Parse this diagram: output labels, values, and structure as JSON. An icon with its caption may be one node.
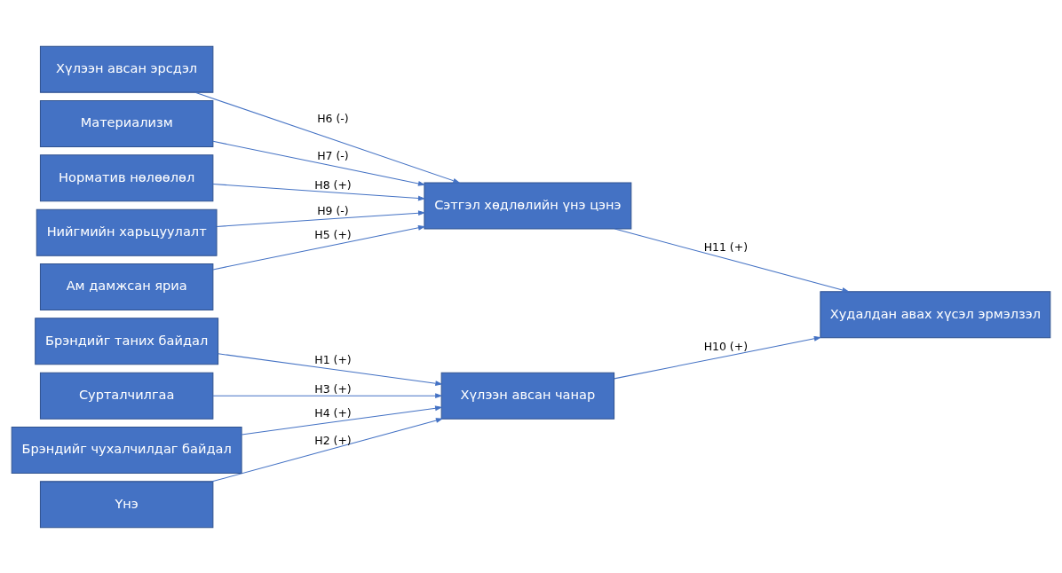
{
  "diagram": {
    "nodes": [
      {
        "text": [
          "Брэндийг таних байдал"
        ]
      },
      {
        "text": [
          "Үнэ"
        ]
      },
      {
        "text": [
          "Сурталчилгаа"
        ]
      },
      {
        "text": [
          "Брэндийг чухалчилдаг байдал"
        ]
      },
      {
        "text": [
          "Ам дамжсан яриа"
        ]
      },
      {
        "text": [
          "Хүлээн авсан эрсдэл"
        ]
      },
      {
        "text": [
          "Материализм"
        ]
      },
      {
        "text": [
          "Норматив нөлөөлөл"
        ]
      },
      {
        "text": [
          "Нийгмийн харьцуулалт"
        ]
      },
      {
        "text": [
          "Хүлээн авсан чанар"
        ]
      },
      {
        "text": [
          "Сэтгэл хөдлөлийн үнэ цэнэ"
        ]
      },
      {
        "text": [
          "Худалдан авах хүсэл эрмэлзэл"
        ]
      }
    ],
    "edges": [
      {
        "from": 0,
        "to": 9,
        "arrow": "to",
        "label": "H1 (+)"
      },
      {
        "from": 1,
        "to": 9,
        "arrow": "to",
        "label": "H2 (+)"
      },
      {
        "from": 2,
        "to": 9,
        "arrow": "to",
        "label": "H3 (+)"
      },
      {
        "from": 3,
        "to": 9,
        "arrow": "to",
        "label": "H4 (+)"
      },
      {
        "from": 4,
        "to": 10,
        "arrow": "to",
        "label": "H5 (+)"
      },
      {
        "from": 5,
        "to": 10,
        "arrow": "to",
        "label": "H6 (-)"
      },
      {
        "from": 6,
        "to": 10,
        "arrow": "to",
        "label": "H7 (-)"
      },
      {
        "from": 7,
        "to": 10,
        "arrow": "to",
        "label": "H8 (+)"
      },
      {
        "from": 8,
        "to": 10,
        "arrow": "to",
        "label": "H9 (-)"
      },
      {
        "from": 9,
        "to": 11,
        "arrow": "to",
        "label": "H10 (+)"
      },
      {
        "from": 10,
        "to": 11,
        "arrow": "to",
        "label": "H11 (+)"
      }
    ]
  }
}
